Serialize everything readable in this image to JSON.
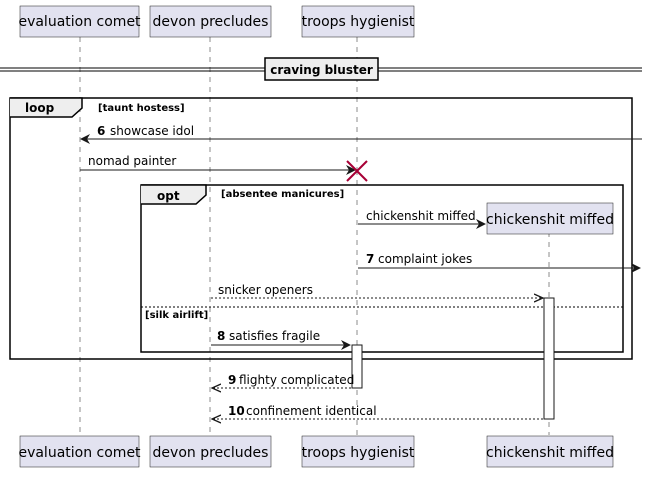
{
  "participants": {
    "evaluation_comet": "evaluation comet",
    "devon_precludes": "devon precludes",
    "troops_hygienist": "troops hygienist",
    "chickenshit_miffed": "chickenshit miffed"
  },
  "divider": {
    "label": "craving bluster"
  },
  "loop_frame": {
    "keyword": "loop",
    "condition": "[taunt hostess]"
  },
  "opt_frame": {
    "keyword": "opt",
    "condition": "[absentee manicures]",
    "else_condition": "[silk airlift]"
  },
  "messages": {
    "m6": {
      "num": "6",
      "label": "showcase idol"
    },
    "nomad": {
      "label": "nomad painter"
    },
    "create": {
      "label": "chickenshit miffed"
    },
    "m7": {
      "num": "7",
      "label": "complaint jokes"
    },
    "snicker": {
      "label": "snicker openers"
    },
    "m8": {
      "num": "8",
      "label": "satisfies fragile"
    },
    "m9": {
      "num": "9",
      "label": "flighty complicated"
    },
    "m10": {
      "num": "10",
      "label": "confinement identical"
    }
  }
}
